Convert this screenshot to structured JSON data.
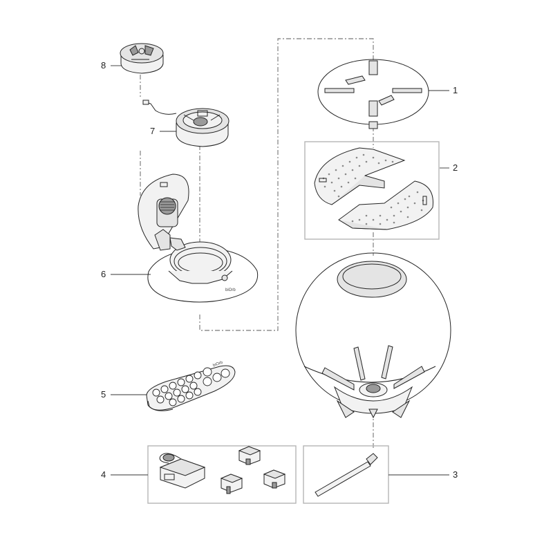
{
  "callouts": [
    {
      "id": "1",
      "label": "1"
    },
    {
      "id": "2",
      "label": "2"
    },
    {
      "id": "3",
      "label": "3"
    },
    {
      "id": "4",
      "label": "4"
    },
    {
      "id": "5",
      "label": "5"
    },
    {
      "id": "6",
      "label": "6"
    },
    {
      "id": "7",
      "label": "7"
    },
    {
      "id": "8",
      "label": "8"
    }
  ],
  "parts": {
    "p1": "filter-plate-icon",
    "p2": "split-perforated-shelf-icon",
    "p3": "air-tube-icon",
    "p4": "power-adapter-and-plugs-icon",
    "p5": "remote-control-icon",
    "p6": "lid-with-hinged-door-icon",
    "p7": "led-light-unit-icon",
    "p8": "light-cap-icon"
  },
  "brand_marks": {
    "lid_mark": "biOrb",
    "remote_mark": "biOrb"
  },
  "colors": {
    "line": "#222222",
    "fill_light": "#f2f2f2",
    "fill_mid": "#e4e4e4",
    "box_border": "#b5b5b5"
  }
}
